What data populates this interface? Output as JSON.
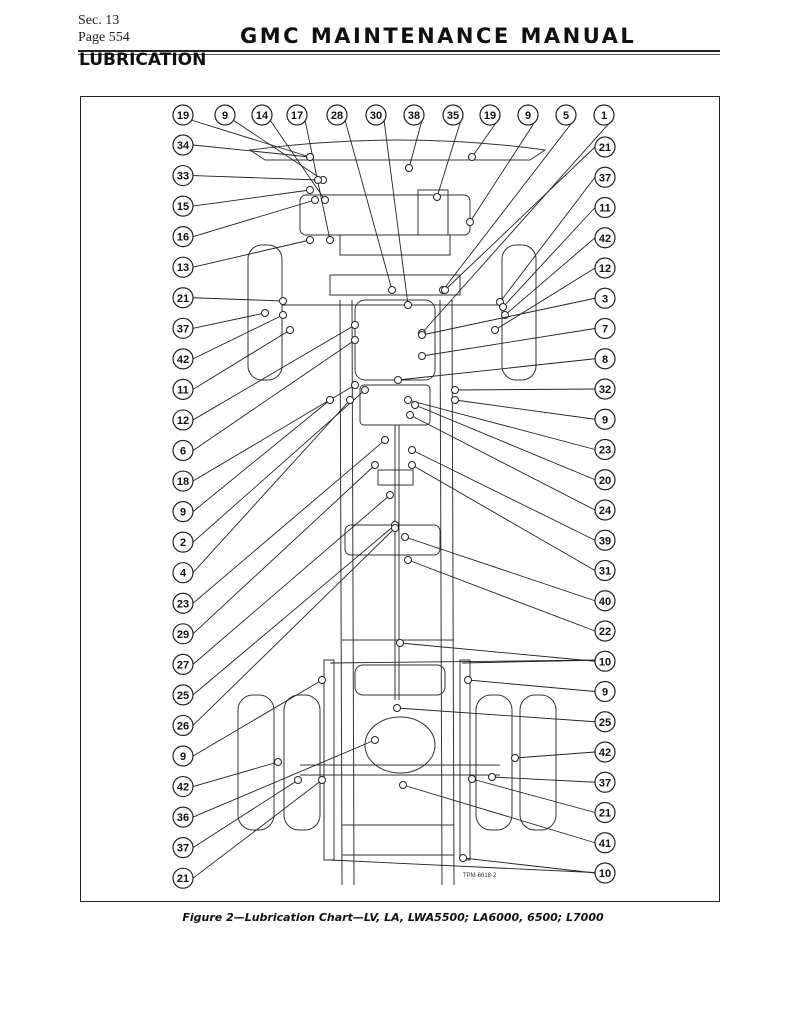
{
  "header": {
    "section": "Sec. 13",
    "page": "Page 554",
    "title": "GMC MAINTENANCE MANUAL",
    "section_title": "LUBRICATION"
  },
  "figure": {
    "caption": "Figure 2—Lubrication Chart—LV, LA, LWA5500; LA6000, 6500; L7000",
    "code": "TPM-6618-2",
    "callouts_top": [
      "19",
      "9",
      "14",
      "17",
      "28",
      "30",
      "38",
      "35",
      "19",
      "9",
      "5",
      "1"
    ],
    "callouts_left": [
      "34",
      "33",
      "15",
      "16",
      "13",
      "21",
      "37",
      "42",
      "11",
      "12",
      "6",
      "18",
      "9",
      "2",
      "4",
      "23",
      "29",
      "27",
      "25",
      "26",
      "9",
      "42",
      "36",
      "37",
      "21"
    ],
    "callouts_right": [
      "21",
      "37",
      "11",
      "42",
      "12",
      "3",
      "7",
      "8",
      "32",
      "9",
      "23",
      "20",
      "24",
      "39",
      "31",
      "40",
      "22",
      "10",
      "9",
      "25",
      "42",
      "37",
      "21",
      "41",
      "10"
    ]
  }
}
